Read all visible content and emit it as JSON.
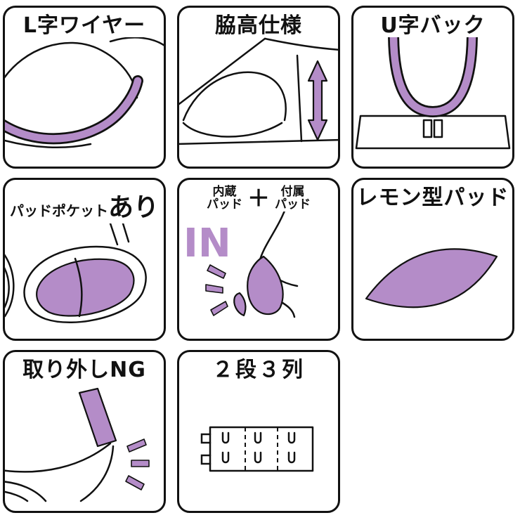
{
  "colors": {
    "accent": "#b48cc8",
    "line": "#111111"
  },
  "panels": {
    "l_wire": {
      "title": "L字ワイヤー"
    },
    "side_high": {
      "title": "脇高仕様"
    },
    "u_back": {
      "title": "U字バック"
    },
    "pad_pocket": {
      "title_small": "パッドポケット",
      "title_big": "あり"
    },
    "pad_combo": {
      "left_line1": "内蔵",
      "left_line2": "パッド",
      "plus": "＋",
      "right_line1": "付属",
      "right_line2": "パッド",
      "in_label": "IN"
    },
    "lemon_pad": {
      "title": "レモン型パッド"
    },
    "no_removal": {
      "title": "取り外しNG"
    },
    "hook_rows": {
      "title": "２段３列"
    }
  }
}
